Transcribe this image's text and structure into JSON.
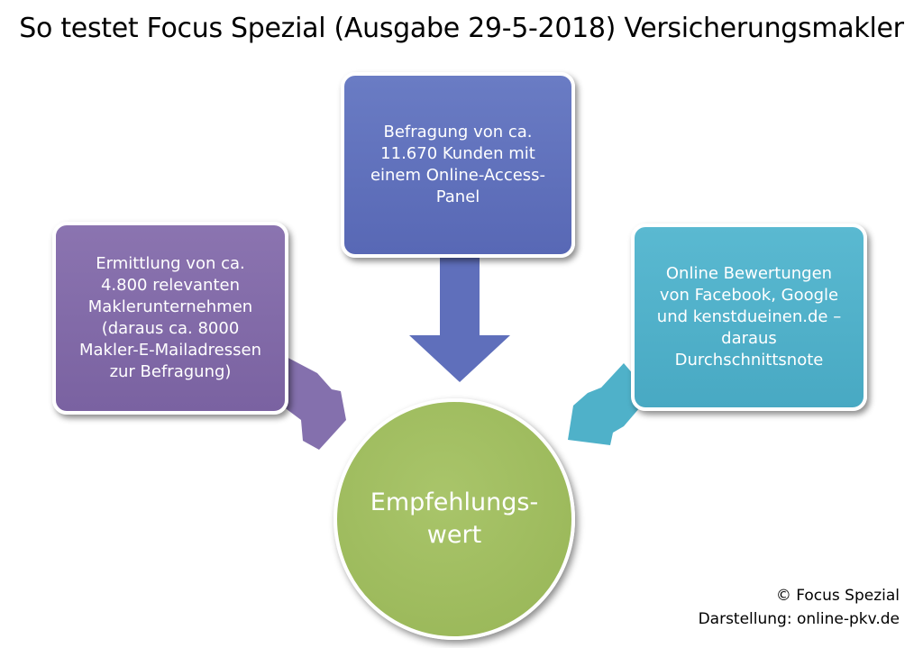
{
  "title": "So testet Focus Spezial (Ausgabe 29-5-2018) Versicherungsmakler",
  "boxes": {
    "left": {
      "lines": [
        "Ermittlung von ca.",
        "4.800 relevanten",
        "Maklerunternehmen",
        "(daraus ca. 8000",
        "Makler-E-Mailadressen",
        "zur Befragung)"
      ],
      "color": "#7a62a1"
    },
    "top": {
      "lines": [
        "Befragung von ca.",
        "11.670 Kunden mit",
        "einem Online-Access-",
        "Panel"
      ],
      "color": "#5868b5"
    },
    "right": {
      "lines": [
        "Online Bewertungen",
        "von Facebook, Google",
        "und kenstdueinen.de –",
        "daraus",
        "Durchschnittsnote"
      ],
      "color": "#48a9c3"
    }
  },
  "center": {
    "lines": [
      "Empfehlungs-",
      "wert"
    ],
    "color": "#97b556"
  },
  "credit": {
    "line1": "© Focus Spezial",
    "line2": "Darstellung: online-pkv.de"
  }
}
